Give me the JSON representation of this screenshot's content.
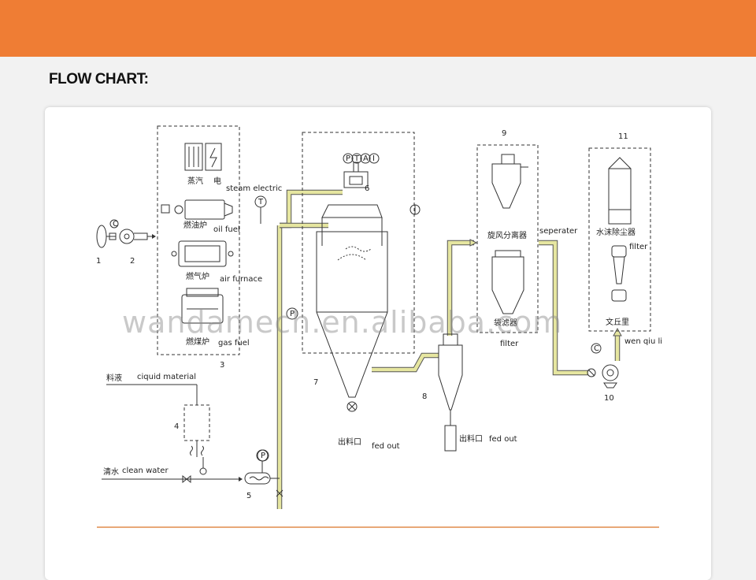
{
  "header": {
    "title": "FLOW CHART:"
  },
  "watermark": "wandamech.en.alibaba.com",
  "labels": {
    "steam_cn": "蒸汽",
    "elec_cn": "电",
    "steam_en": "steam electric",
    "oil_cn": "燃油炉",
    "oil_en": "oil fuel",
    "gas_cn": "燃气炉",
    "gas_en": "air furnace",
    "coal_cn": "燃煤炉",
    "coal_en": "gas fuel",
    "liquid_cn": "料液",
    "liquid_en": "ciquid material",
    "water_cn": "清水",
    "water_en": "clean water",
    "out1_cn": "出料口",
    "out1_en": "fed out",
    "out2_cn": "出料口",
    "out2_en": "fed out",
    "cyclone_cn": "旋风分离器",
    "bag_cn": "袋滤器",
    "filter_en": "filter",
    "separator_en": "seperater",
    "scrubber_cn": "水沫除尘器",
    "filter2_en": "filter",
    "venturi_cn": "文丘里",
    "venturi_en": "wen qiu li",
    "ptai": [
      "P",
      "T",
      "A",
      "I"
    ],
    "inst_t": "T",
    "inst_p": "P",
    "inst_c": "C"
  },
  "numbers": [
    "1",
    "2",
    "3",
    "4",
    "5",
    "6",
    "7",
    "8",
    "9",
    "10",
    "11"
  ]
}
